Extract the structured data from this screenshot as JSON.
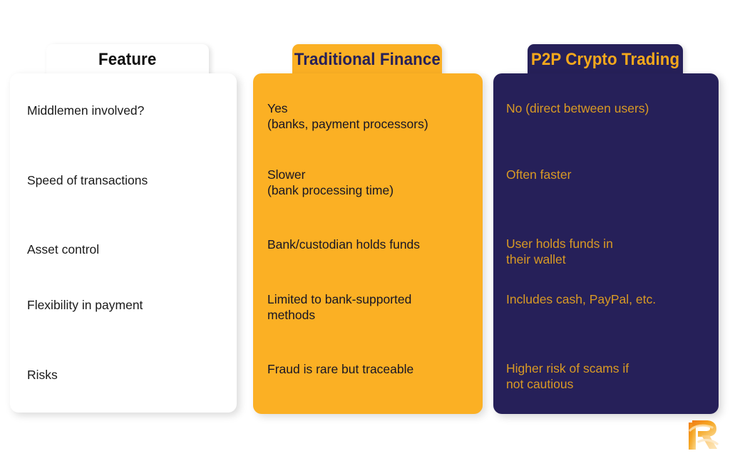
{
  "colors": {
    "page_background": "#ffffff",
    "accent_gold": "#FBB024",
    "accent_gold_text": "#F5A81C",
    "body_gold_text": "#D99A24",
    "navy": "#262059",
    "white_card": "#ffffff",
    "dark_text": "#1a1a1a",
    "logo_orange": "#F28A1A",
    "logo_light_gold": "#FBCF7A"
  },
  "table": {
    "columns": [
      {
        "id": "feature",
        "header": "Feature",
        "cells": [
          "Middlemen involved?",
          "Speed of transactions",
          "Asset control",
          "Flexibility in payment",
          "Risks"
        ]
      },
      {
        "id": "traditional-finance",
        "header": "Traditional Finance",
        "cells": [
          "Yes\n(banks, payment processors)",
          "Slower\n(bank processing time)",
          "Bank/custodian holds funds",
          "Limited to bank-supported\nmethods",
          "Fraud is rare but traceable"
        ]
      },
      {
        "id": "p2p-crypto-trading",
        "header": "P2P Crypto Trading",
        "cells": [
          "No (direct between users)",
          "Often faster",
          "User holds funds in\ntheir wallet",
          "Includes cash, PayPal, etc.",
          "Higher risk of scams if\nnot cautious"
        ]
      }
    ]
  },
  "branding": {
    "logo_icon": "letter-r-monogram-logo",
    "logo_letter": "R"
  }
}
